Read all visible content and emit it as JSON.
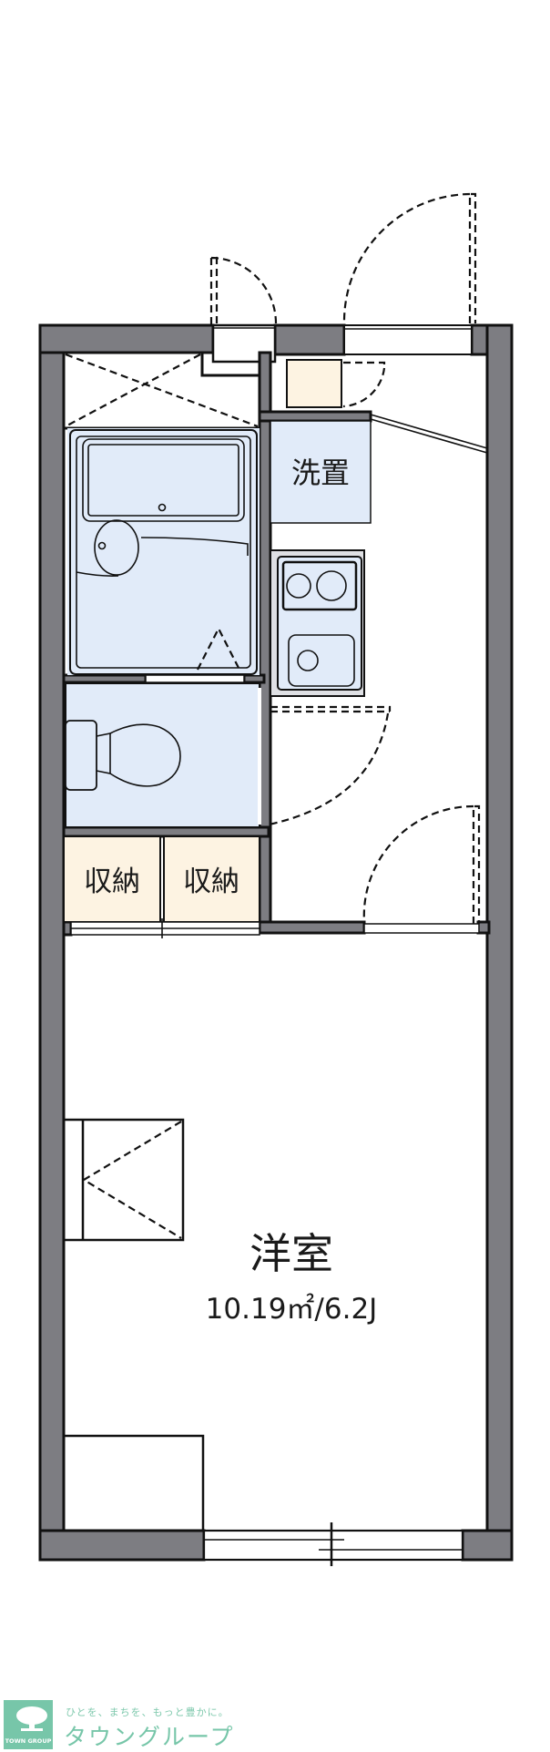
{
  "floorplan": {
    "rooms": {
      "western_room": {
        "name": "洋室",
        "area": "10.19㎡/6.2J"
      },
      "laundry": {
        "name": "洗置"
      },
      "storage_left": {
        "name": "収納"
      },
      "storage_right": {
        "name": "収納"
      }
    },
    "colors": {
      "wall": "#7d7d82",
      "wet_area": "#e1ebf9",
      "storage": "#fdf3e2",
      "brand": "#77c6a9"
    }
  },
  "branding": {
    "logo_text": "TOWN GROUP",
    "tagline": "ひとを、まちを、もっと豊かに。",
    "company_name": "タウングループ"
  }
}
